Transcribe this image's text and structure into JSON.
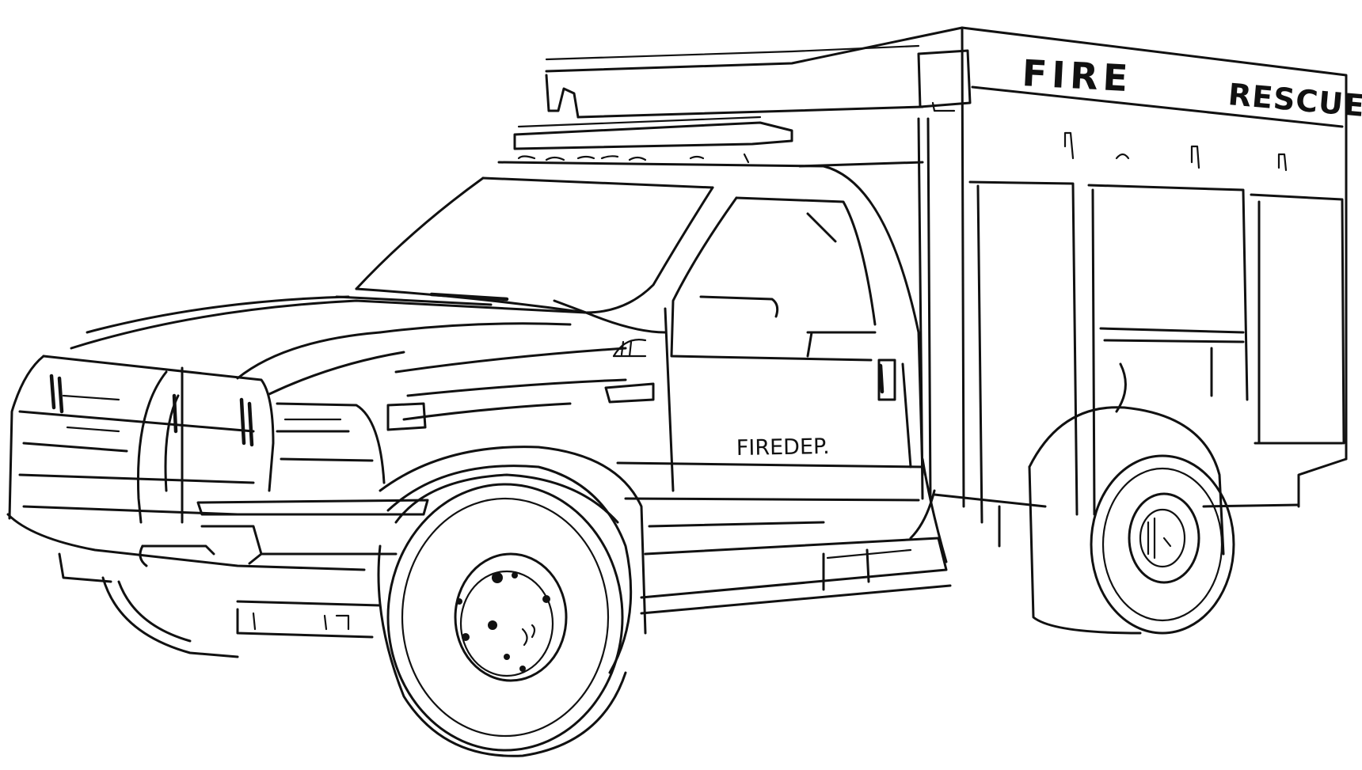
{
  "labels": {
    "box_top_left": "FIRE",
    "box_top_right": "RESCUE",
    "door": "FIREDEP."
  },
  "colors": {
    "line": "#111111",
    "background": "#ffffff"
  }
}
